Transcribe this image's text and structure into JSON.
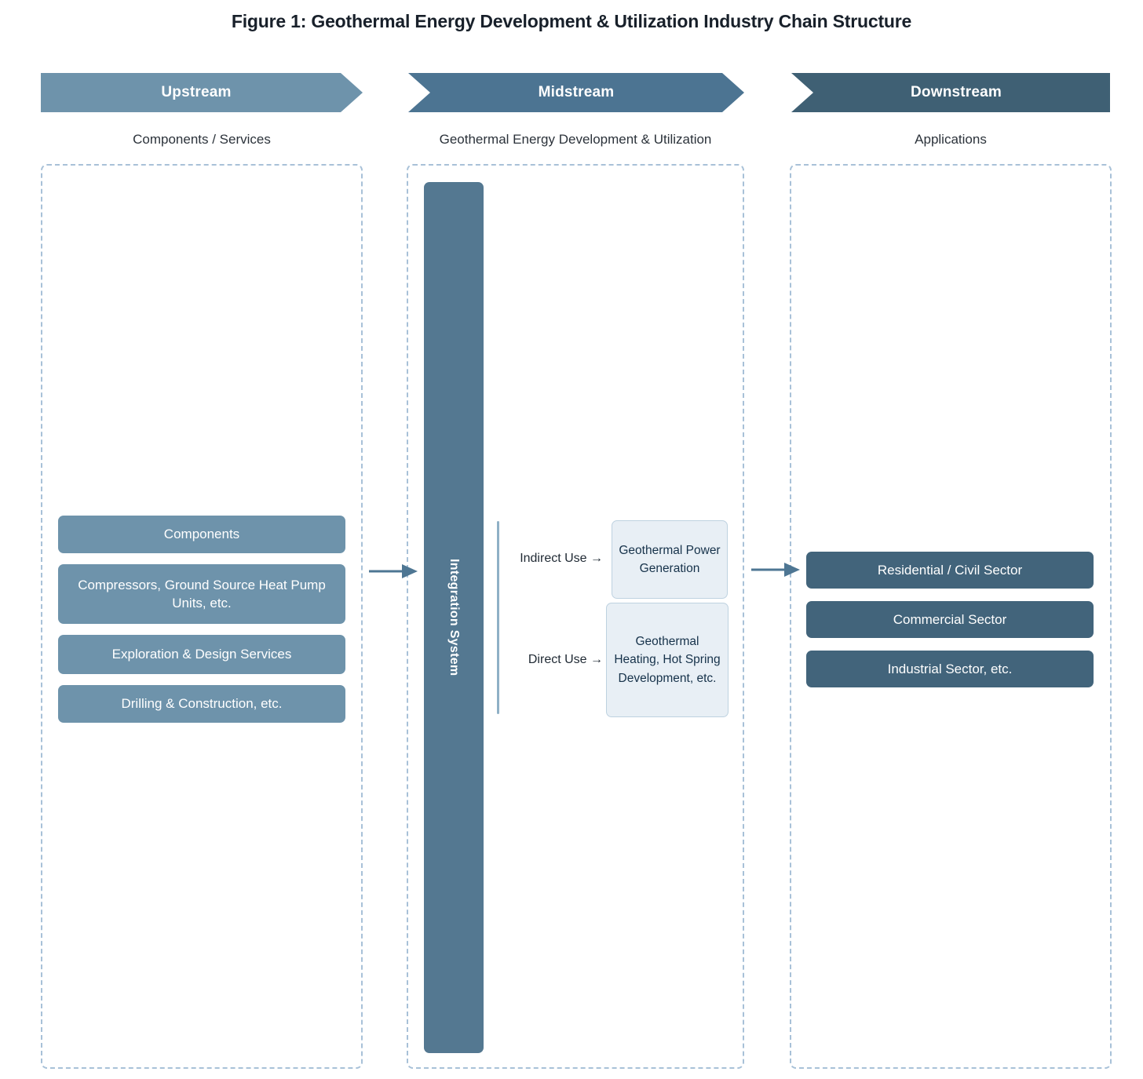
{
  "figure": {
    "title": "Figure 1: Geothermal Energy Development & Utilization Industry Chain Structure",
    "accent_light": "#6e93ab",
    "accent_mid": "#4c7492",
    "accent_dark": "#3f6074",
    "card_fill": "#e8eff5",
    "dash_border": "#a8c1d8"
  },
  "stages": {
    "upstream": {
      "banner_label": "Upstream",
      "sub_label": "Components / Services",
      "items": [
        "Components",
        "Compressors, Ground Source Heat Pump Units, etc.",
        "Exploration & Design Services",
        "Drilling & Construction, etc."
      ]
    },
    "midstream": {
      "banner_label": "Midstream",
      "sub_label": "Geothermal Energy Development & Utilization",
      "integration_label": "Integration System",
      "branches": [
        {
          "label": "Indirect Use →",
          "target": "Geothermal Power Generation"
        },
        {
          "label": "Direct Use →",
          "target": "Geothermal Heating, Hot Spring Development, etc."
        }
      ]
    },
    "downstream": {
      "banner_label": "Downstream",
      "sub_label": "Applications",
      "items": [
        "Residential / Civil Sector",
        "Commercial Sector",
        "Industrial Sector, etc."
      ]
    }
  },
  "connectors": [
    {
      "name": "upstream-to-midstream"
    },
    {
      "name": "midstream-to-downstream"
    }
  ]
}
